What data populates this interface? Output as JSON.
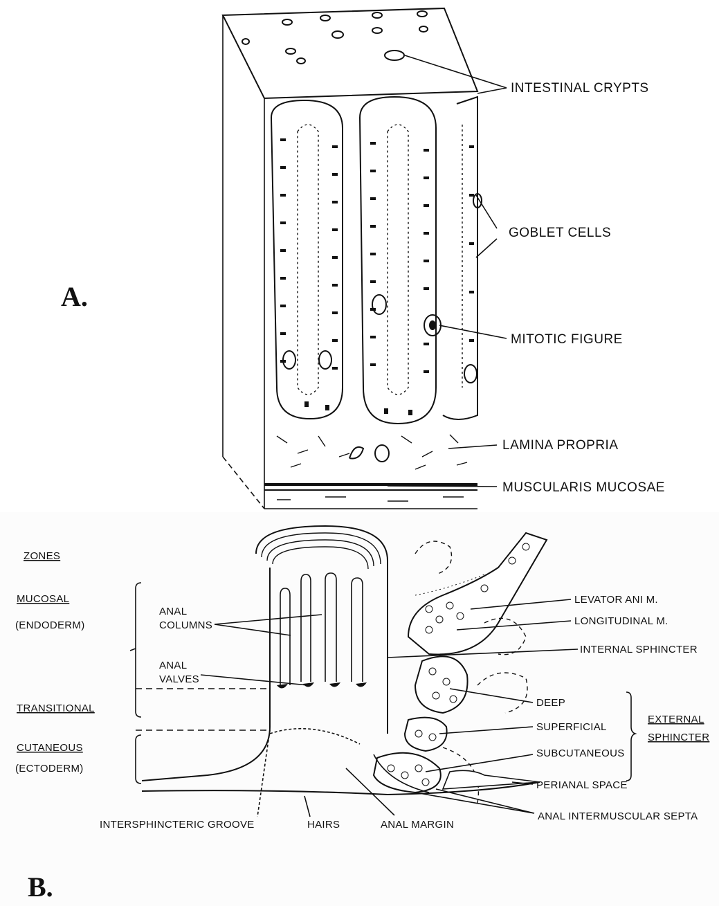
{
  "panel_a": {
    "panel_label": "A.",
    "labels": {
      "intestinal_crypts": "INTESTINAL CRYPTS",
      "goblet_cells": "GOBLET CELLS",
      "mitotic_figure": "MITOTIC FIGURE",
      "lamina_propria": "LAMINA PROPRIA",
      "muscularis_mucosae": "MUSCULARIS MUCOSAE"
    }
  },
  "panel_b": {
    "panel_label": "B.",
    "zones": {
      "heading": "ZONES",
      "mucosal": "MUCOSAL",
      "endoderm": "(ENDODERM)",
      "transitional": "TRANSITIONAL",
      "cutaneous": "CUTANEOUS",
      "ectoderm": "(ECTODERM)"
    },
    "labels": {
      "anal_columns_1": "ANAL",
      "anal_columns_2": "COLUMNS",
      "anal_valves_1": "ANAL",
      "anal_valves_2": "VALVES",
      "levator_ani": "LEVATOR ANI M.",
      "longitudinal": "LONGITUDINAL M.",
      "internal_sphincter": "INTERNAL SPHINCTER",
      "deep": "DEEP",
      "superficial": "SUPERFICIAL",
      "subcutaneous": "SUBCUTANEOUS",
      "external_1": "EXTERNAL",
      "external_2": "SPHINCTER",
      "perianal_space": "PERIANAL SPACE",
      "intersphincteric_groove": "INTERSPHINCTERIC GROOVE",
      "hairs": "HAIRS",
      "anal_margin": "ANAL MARGIN",
      "intermuscular_septa": "ANAL INTERMUSCULAR SEPTA"
    }
  }
}
